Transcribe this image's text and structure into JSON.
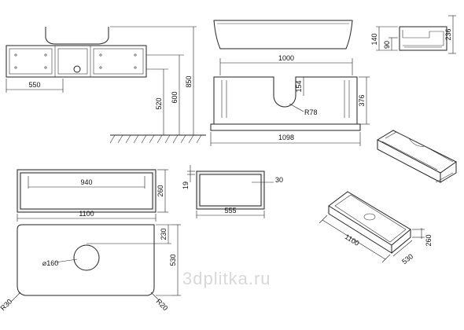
{
  "view_front_mounted": {
    "width": "550",
    "h1": "520",
    "h2": "600",
    "h3": "850"
  },
  "view_top_small": {
    "h1": "140",
    "h2": "90",
    "h3": "236"
  },
  "view_plan_drawer": {
    "inner": "1000",
    "depth": "154",
    "radius": "R78",
    "height": "376",
    "overall": "1098"
  },
  "view_front_basin": {
    "inner": "940",
    "height": "260",
    "overall": "1100"
  },
  "view_side": {
    "offset": "19",
    "depth": "555",
    "lip": "30"
  },
  "view_top_basin": {
    "d1": "230",
    "d2": "530",
    "hole": "⌀160",
    "r_left": "R30",
    "r_right": "R20"
  },
  "view_iso": {
    "width": "1100",
    "height": "260",
    "depth": "530"
  },
  "watermark": "3dplitka.ru"
}
